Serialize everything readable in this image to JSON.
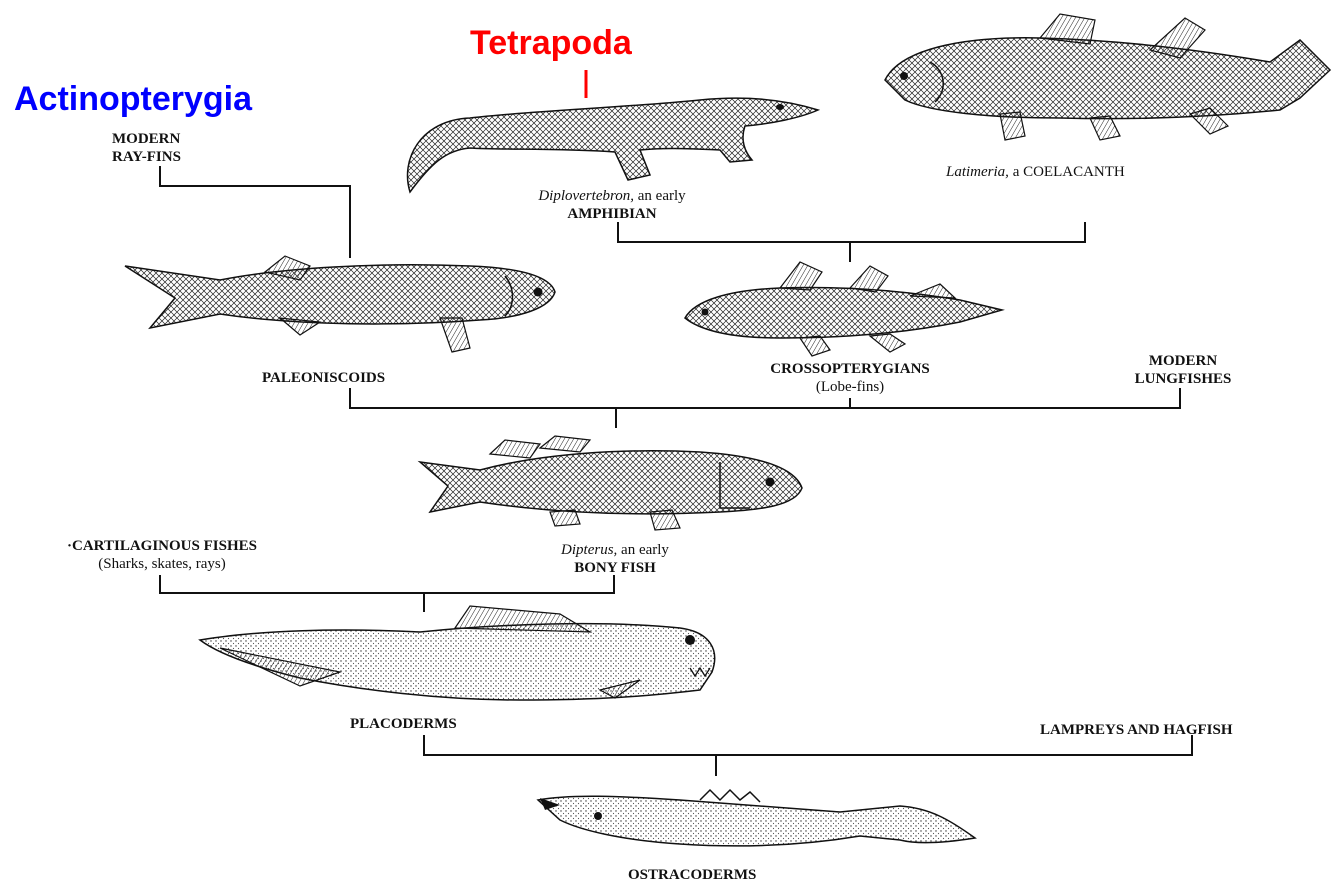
{
  "headings": {
    "tetrapoda": "Tetrapoda",
    "actinopterygia": "Actinopterygia"
  },
  "labels": {
    "modern_ray_fins_1": "MODERN",
    "modern_ray_fins_2": "RAY-FINS",
    "diplovertebron_italic": "Diplovertebron,",
    "diplovertebron_rest": " an early",
    "amphibian": "AMPHIBIAN",
    "latimeria_italic": "Latimeria,",
    "latimeria_rest": " a COELACANTH",
    "paleoniscoids": "PALEONISCOIDS",
    "crossopterygians": "CROSSOPTERYGIANS",
    "lobe_fins": "(Lobe-fins)",
    "modern_lungfishes_1": "MODERN",
    "modern_lungfishes_2": "LUNGFISHES",
    "cartilaginous": "·CARTILAGINOUS FISHES",
    "cartilaginous_sub": "(Sharks, skates, rays)",
    "dipterus_italic": "Dipterus,",
    "dipterus_rest": " an early",
    "bony_fish": "BONY FISH",
    "placoderms": "PLACODERMS",
    "lampreys": "LAMPREYS AND HAGFISH",
    "ostracoderms": "OSTRACODERMS"
  },
  "colors": {
    "tetrapoda": "#ff0000",
    "actinopterygia": "#0000ff",
    "ink": "#111111"
  }
}
